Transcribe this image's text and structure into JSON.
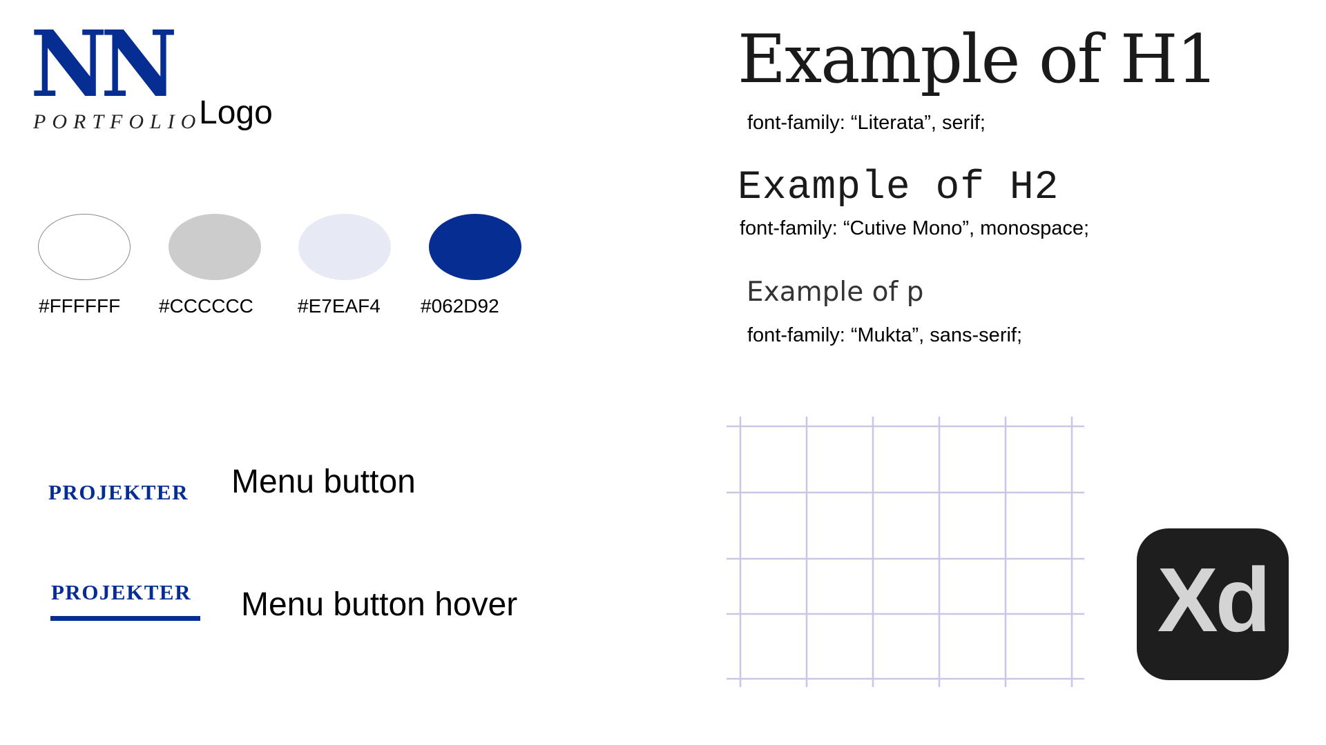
{
  "logo": {
    "mark_text": "NN",
    "sub_text": "PORTFOLIO",
    "label": "Logo",
    "color": "#062D92"
  },
  "palette": [
    {
      "hex": "#FFFFFF",
      "label": "#FFFFFF"
    },
    {
      "hex": "#CCCCCC",
      "label": "#CCCCCC"
    },
    {
      "hex": "#E7EAF4",
      "label": "#E7EAF4"
    },
    {
      "hex": "#062D92",
      "label": "#062D92"
    }
  ],
  "menu": {
    "button_label": "PROJEKTER",
    "button_caption": "Menu button",
    "hover_label": "PROJEKTER",
    "hover_caption": "Menu button hover"
  },
  "typography": {
    "h1": {
      "sample": "Example of H1",
      "font": "font-family: “Literata”, serif;"
    },
    "h2": {
      "sample": "Example of H2",
      "font": "font-family: “Cutive Mono”, monospace;"
    },
    "p": {
      "sample": "Example of p",
      "font": "font-family: “Mukta”, sans-serif;"
    }
  },
  "grid": {
    "columns": 5,
    "rows": 4,
    "line_color": "#C9C6E6"
  },
  "app_icon": {
    "name": "adobe-xd-icon",
    "text": "Xd"
  }
}
